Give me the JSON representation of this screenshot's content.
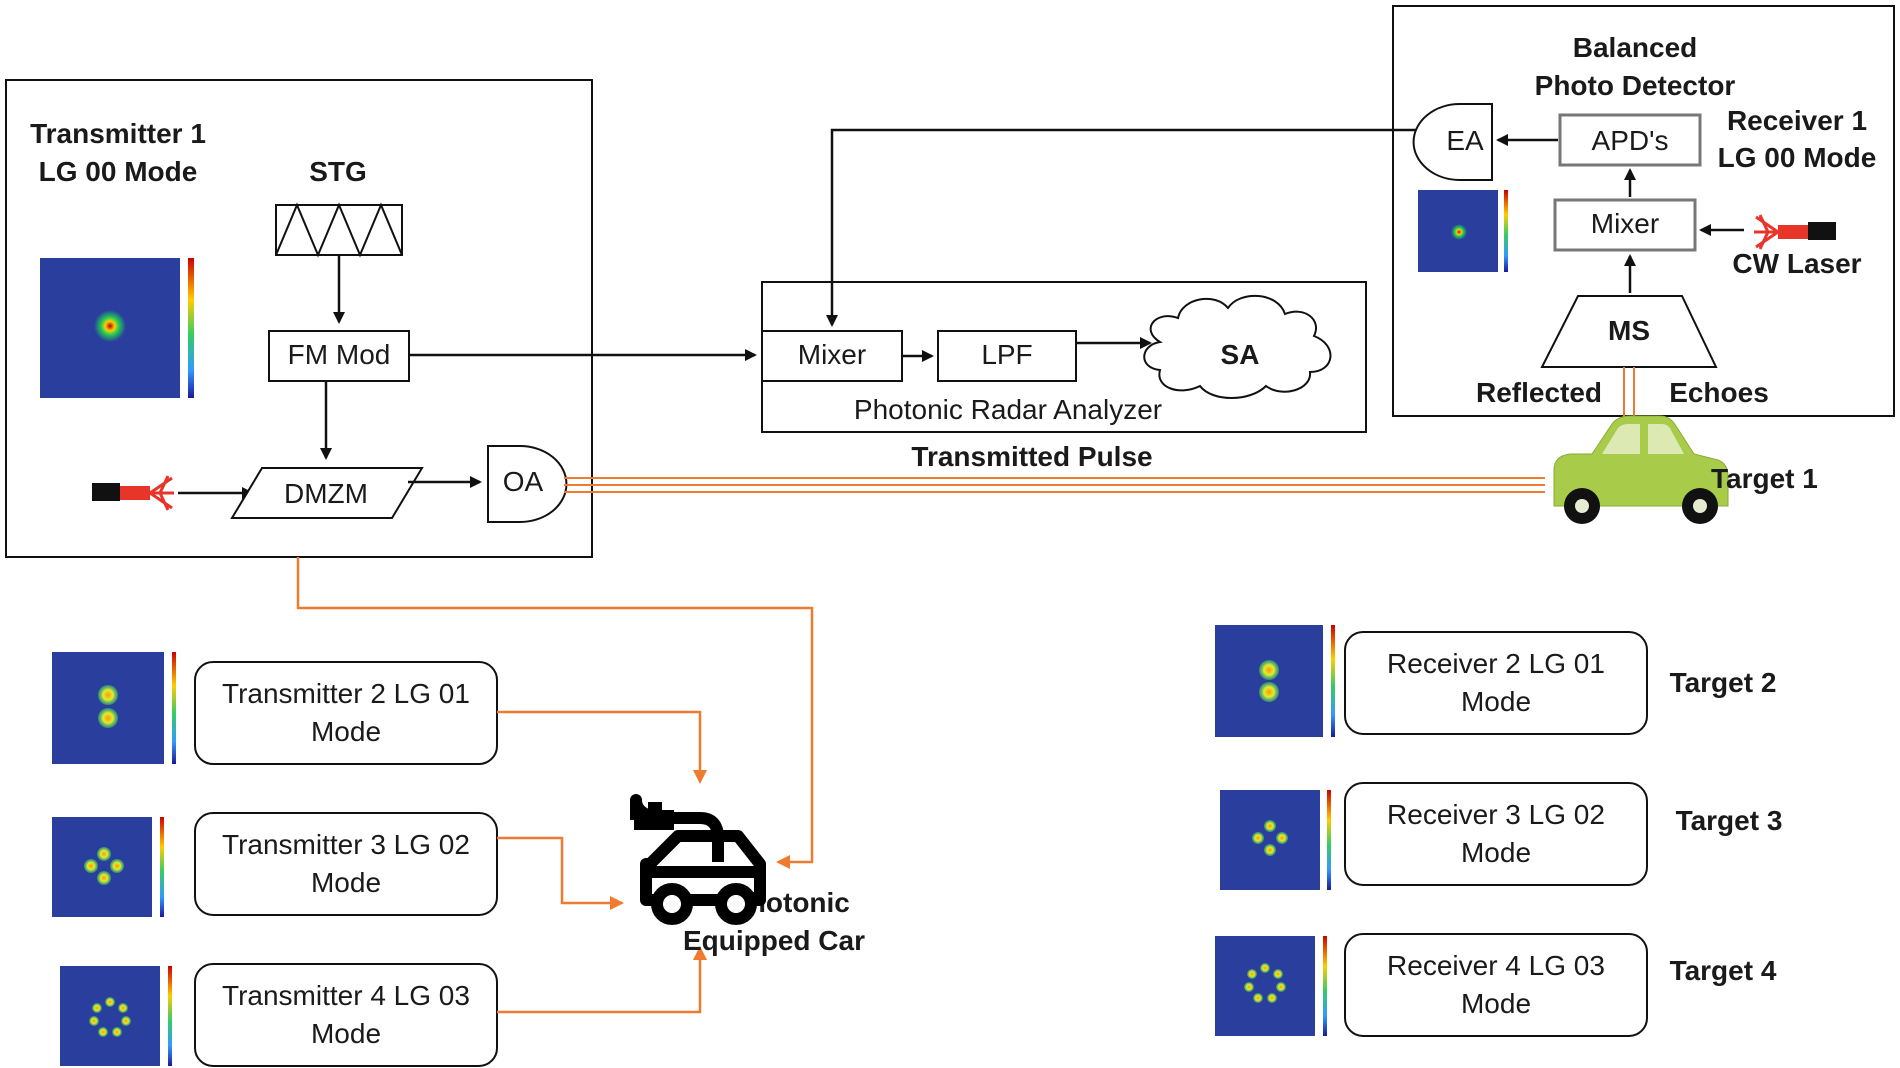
{
  "transmitter1": {
    "line1": "Transmitter 1",
    "line2": "LG 00 Mode"
  },
  "stg": "STG",
  "fm_mod": "FM Mod",
  "dmzm": "DMZM",
  "oa": "OA",
  "mixer": "Mixer",
  "lpf": "LPF",
  "sa": "SA",
  "analyzer": "Photonic Radar Analyzer",
  "transmitted_pulse": "Transmitted Pulse",
  "bpd": {
    "line1": "Balanced",
    "line2": "Photo Detector"
  },
  "ea": "EA",
  "apd": "APD's",
  "receiver1": {
    "line1": "Receiver 1",
    "line2": "LG 00 Mode"
  },
  "rx_mixer": "Mixer",
  "cw_laser": "CW Laser",
  "ms": "MS",
  "reflected": "Reflected",
  "echoes": "Echoes",
  "target1": "Target 1",
  "transmitters": [
    {
      "line1": "Transmitter 2 LG 01",
      "line2": "Mode"
    },
    {
      "line1": "Transmitter 3 LG 02",
      "line2": "Mode"
    },
    {
      "line1": "Transmitter 4 LG 03",
      "line2": "Mode"
    }
  ],
  "car": {
    "line1": "Photonic",
    "line2": "Equipped Car"
  },
  "receivers": [
    {
      "line1": "Receiver 2 LG 01",
      "line2": "Mode",
      "target": "Target 2"
    },
    {
      "line1": "Receiver 3 LG 02",
      "line2": "Mode",
      "target": "Target 3"
    },
    {
      "line1": "Receiver 4 LG 03",
      "line2": "Mode",
      "target": "Target 4"
    }
  ],
  "colors": {
    "line": "#111111",
    "orange": "#ee7b30",
    "mode_bg": "#2a3e9e",
    "car_green": "#a8cc4a"
  },
  "icons": [
    "laser-source-icon",
    "car-icon",
    "ev-car-icon",
    "mode-profile-icon"
  ]
}
